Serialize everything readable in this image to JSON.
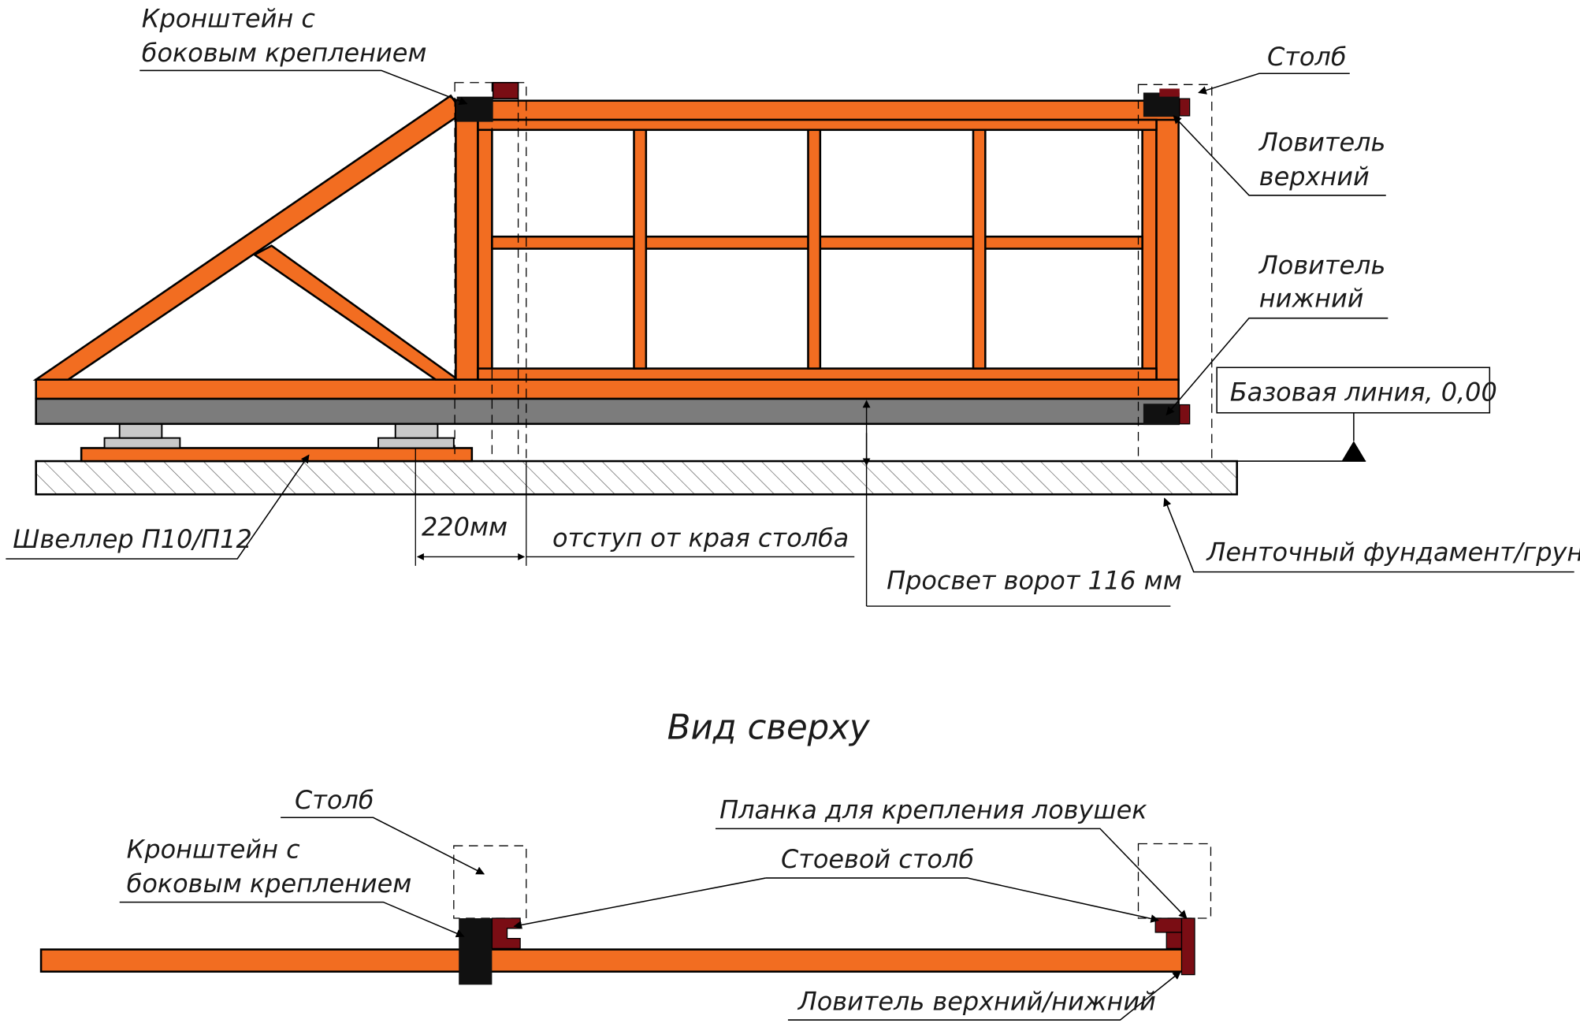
{
  "colors": {
    "steel": "#f26d21",
    "catcher": "#7a0d14",
    "channel": "#7c7c7c",
    "bracket": "#111111",
    "roller": "#c9c9c9"
  },
  "side_view": {
    "bracket": "Кронштейн с\nбоковым креплением",
    "post": "Столб",
    "catcher_top": "Ловитель\nверхний",
    "catcher_bottom": "Ловитель\nнижний",
    "base_line": "Базовая линия, 0,00",
    "channel": "Швеллер П10/П12",
    "offset_value": "220мм",
    "offset_text": "отступ от края столба",
    "clearance": "Просвет ворот 116 мм",
    "foundation": "Ленточный фундамент/грунт"
  },
  "top_view": {
    "title": "Вид сверху",
    "post": "Столб",
    "bracket": "Кронштейн с\nбоковым креплением",
    "mount_bar": "Планка для крепления ловушек",
    "post_upright": "Стоевой столб",
    "catchers": "Ловитель верхний/нижний"
  }
}
